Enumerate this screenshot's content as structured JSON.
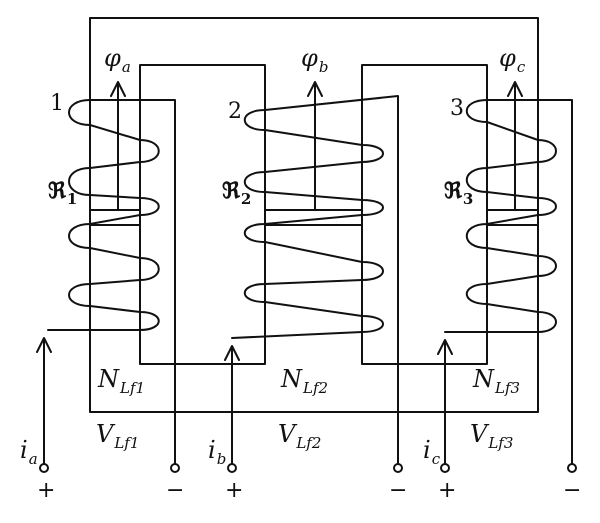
{
  "legs": [
    {
      "number": "1",
      "flux": "φ",
      "flux_sub": "a",
      "reluctance": "ℜ",
      "reluctance_sub": "1",
      "coil": "N",
      "coil_sub": "Lf1",
      "voltage": "V",
      "voltage_sub": "Lf1",
      "current": "i",
      "current_sub": "a",
      "plus": "+",
      "minus": "−"
    },
    {
      "number": "2",
      "flux": "φ",
      "flux_sub": "b",
      "reluctance": "ℜ",
      "reluctance_sub": "2",
      "coil": "N",
      "coil_sub": "Lf2",
      "voltage": "V",
      "voltage_sub": "Lf2",
      "current": "i",
      "current_sub": "b",
      "plus": "+",
      "minus": "−"
    },
    {
      "number": "3",
      "flux": "φ",
      "flux_sub": "c",
      "reluctance": "ℜ",
      "reluctance_sub": "3",
      "coil": "N",
      "coil_sub": "Lf3",
      "voltage": "V",
      "voltage_sub": "Lf3",
      "current": "i",
      "current_sub": "c",
      "plus": "+",
      "minus": "−"
    }
  ]
}
